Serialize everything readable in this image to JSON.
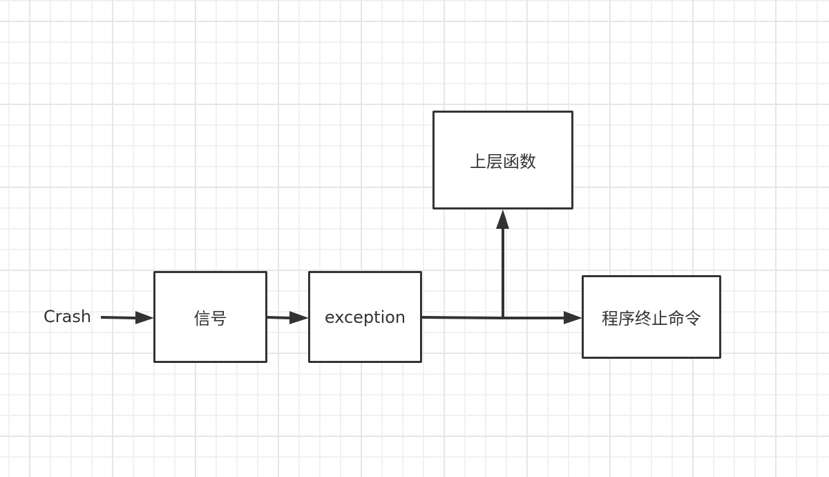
{
  "diagram": {
    "type": "flowchart",
    "start_label": "Crash",
    "nodes": [
      {
        "id": "signal",
        "label": "信号"
      },
      {
        "id": "exception",
        "label": "exception"
      },
      {
        "id": "upper-function",
        "label": "上层函数"
      },
      {
        "id": "terminate-command",
        "label": "程序终止命令"
      }
    ],
    "edges": [
      {
        "from": "Crash",
        "to": "signal"
      },
      {
        "from": "signal",
        "to": "exception"
      },
      {
        "from": "exception",
        "to": "upper-function"
      },
      {
        "from": "exception",
        "to": "terminate-command"
      }
    ],
    "colors": {
      "stroke": "#333333",
      "grid_major": "#e6e6e6",
      "grid_minor": "#f1f1f1",
      "background": "#ffffff"
    }
  }
}
